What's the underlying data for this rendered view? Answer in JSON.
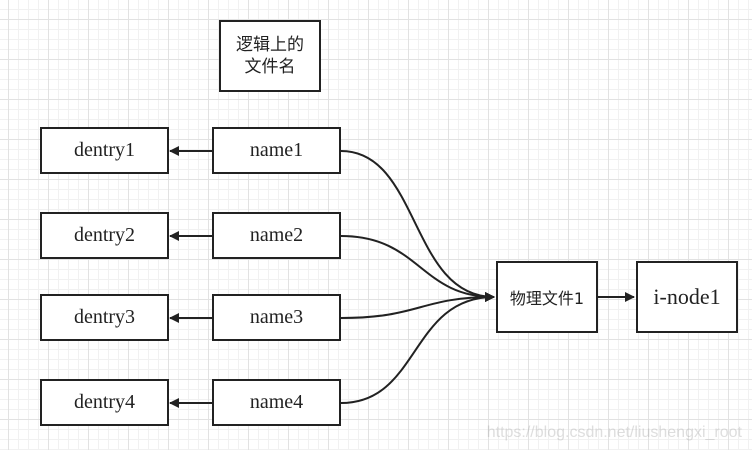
{
  "title_box": "逻辑上的\n文件名",
  "dentries": [
    "dentry1",
    "dentry2",
    "dentry3",
    "dentry4"
  ],
  "names": [
    "name1",
    "name2",
    "name3",
    "name4"
  ],
  "physical_file": "物理文件1",
  "inode": "i-node1",
  "watermark": "https://blog.csdn.net/liushengxi_root",
  "colors": {
    "stroke": "#222222",
    "fill": "#ffffff"
  }
}
